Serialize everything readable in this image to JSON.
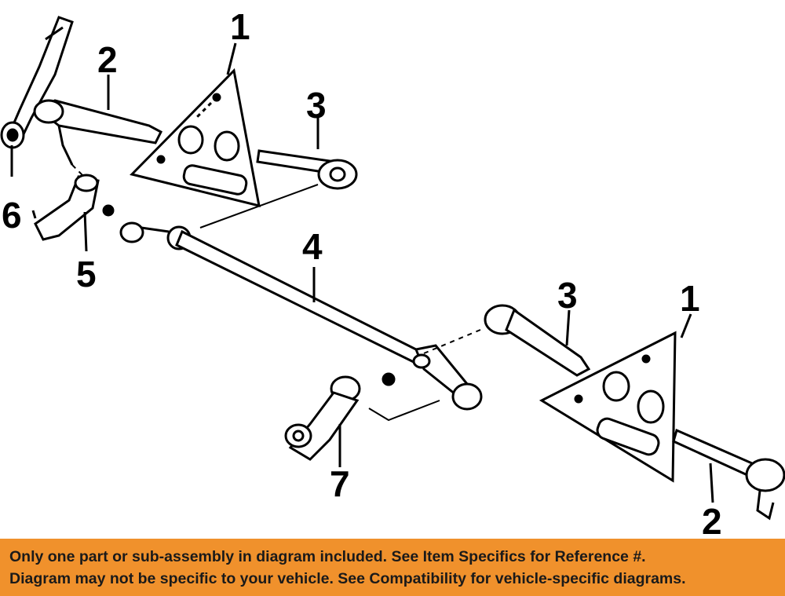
{
  "diagram": {
    "callouts": [
      "1",
      "2",
      "3",
      "6",
      "5",
      "4",
      "3",
      "1",
      "7",
      "2"
    ]
  },
  "banner": {
    "line1": "Only one part or sub-assembly in diagram included. See Item Specifics for Reference #.",
    "line2": "Diagram may not be specific to your vehicle. See Compatibility for vehicle-specific diagrams.",
    "background": "#f0912c"
  }
}
